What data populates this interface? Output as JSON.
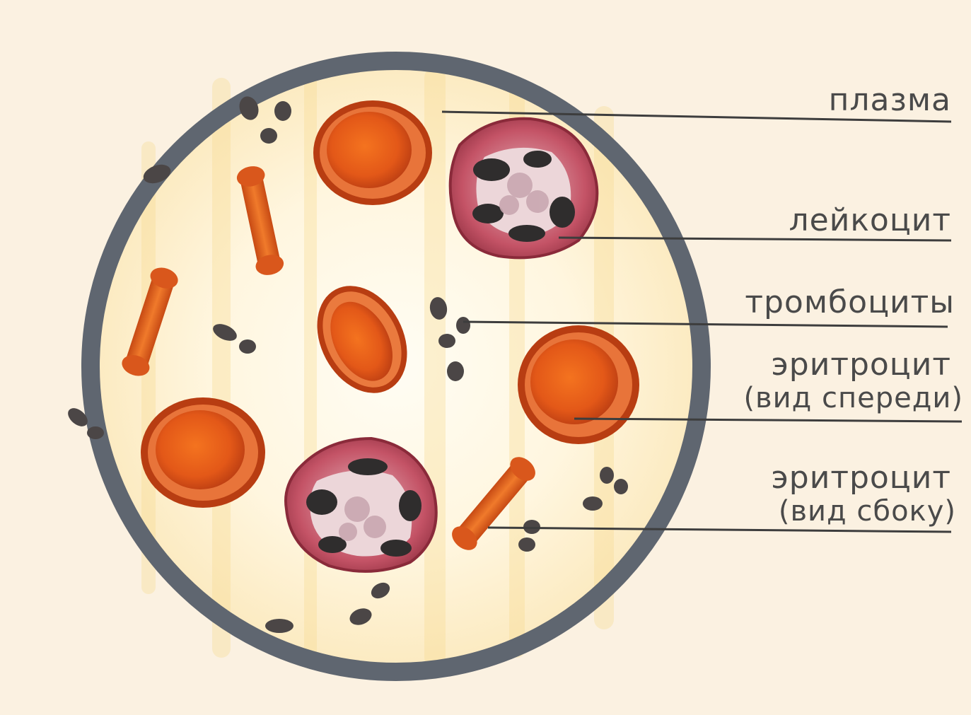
{
  "labels": {
    "plasma": "плазма",
    "leukocyte": "лейкоцит",
    "platelets": "тромбоциты",
    "erythrocyte_front_line1": "эритроцит",
    "erythrocyte_front_line2": "(вид спереди)",
    "erythrocyte_side_line1": "эритроцит",
    "erythrocyte_side_line2": "(вид сбоку)"
  },
  "colors": {
    "background": "#fbf1e1",
    "plasma": "#fff8e8",
    "ring": "#5f6670",
    "erythrocyte": "#e35a1e",
    "erythrocyte_center": "#f26a20",
    "leukocyte": "#b8475a",
    "platelet": "#4b4646",
    "leader_line": "#3d3d3d"
  }
}
